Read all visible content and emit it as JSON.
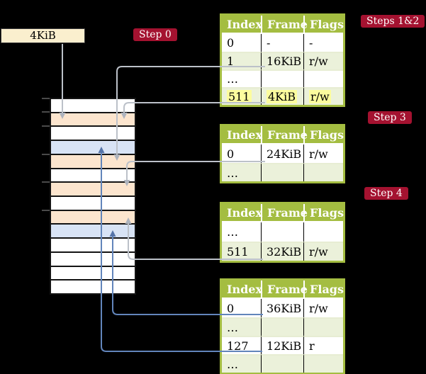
{
  "legend": {
    "label": "4KiB"
  },
  "badges": {
    "step0": "Step 0",
    "steps12": "Steps 1&2",
    "step3": "Step 3",
    "step4": "Step 4"
  },
  "memory": {
    "description_rows_top_to_bottom": "physical memory frames, 4KiB each",
    "rows": [
      "white",
      "peach",
      "white",
      "blue",
      "peach",
      "white",
      "peach",
      "white",
      "peach",
      "blue",
      "white",
      "white",
      "white",
      "white"
    ]
  },
  "tables": [
    {
      "id": "table-steps-1-2",
      "headers": [
        "Index",
        "Frame",
        "Flags"
      ],
      "rows": [
        {
          "cells": [
            "0",
            "-",
            "-"
          ],
          "shaded": false,
          "highlighted": false
        },
        {
          "cells": [
            "1",
            "16KiB",
            "r/w"
          ],
          "shaded": true,
          "highlighted": false
        },
        {
          "cells": [
            "…",
            "",
            ""
          ],
          "shaded": false,
          "highlighted": false
        },
        {
          "cells": [
            "511",
            "4KiB",
            "r/w"
          ],
          "shaded": true,
          "highlighted": true
        }
      ]
    },
    {
      "id": "table-step-3",
      "headers": [
        "Index",
        "Frame",
        "Flags"
      ],
      "rows": [
        {
          "cells": [
            "0",
            "24KiB",
            "r/w"
          ],
          "shaded": false,
          "highlighted": false
        },
        {
          "cells": [
            "…",
            "",
            ""
          ],
          "shaded": true,
          "highlighted": false
        }
      ]
    },
    {
      "id": "table-step-4",
      "headers": [
        "Index",
        "Frame",
        "Flags"
      ],
      "rows": [
        {
          "cells": [
            "…",
            "",
            ""
          ],
          "shaded": false,
          "highlighted": false
        },
        {
          "cells": [
            "511",
            "32KiB",
            "r/w"
          ],
          "shaded": true,
          "highlighted": false
        }
      ]
    },
    {
      "id": "table-bottom",
      "headers": [
        "Index",
        "Frame",
        "Flags"
      ],
      "rows": [
        {
          "cells": [
            "0",
            "36KiB",
            "r/w"
          ],
          "shaded": false,
          "highlighted": false
        },
        {
          "cells": [
            "…",
            "",
            ""
          ],
          "shaded": true,
          "highlighted": false
        },
        {
          "cells": [
            "127",
            "12KiB",
            "r"
          ],
          "shaded": false,
          "highlighted": false
        },
        {
          "cells": [
            "…",
            "",
            ""
          ],
          "shaded": true,
          "highlighted": false
        }
      ]
    }
  ],
  "colors": {
    "badge_red": "#A41230",
    "table_header_green": "#A4BD41",
    "table_row_green": "#EBF1DA",
    "frame_peach": "#FCE5CE",
    "frame_blue": "#D8E3F5",
    "highlight_yellow": "#FCFC9E",
    "legend_cream": "#FAEFCE",
    "arrow_gray": "#BCC1C9",
    "arrow_blue": "#6285BB"
  }
}
